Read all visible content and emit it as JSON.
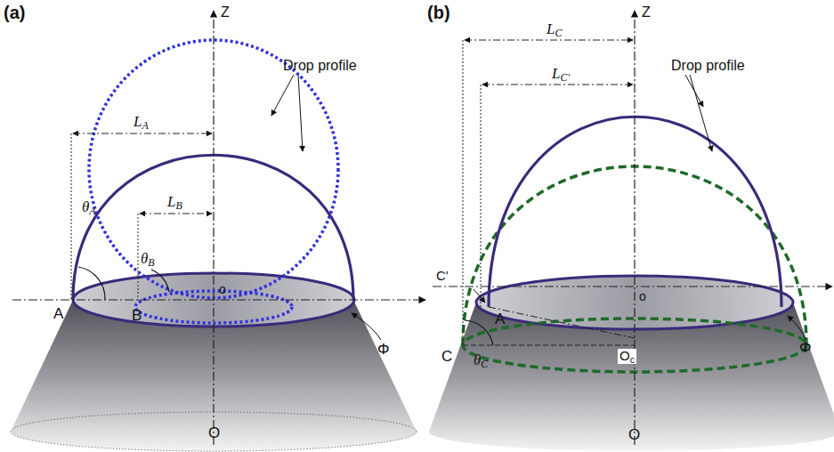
{
  "diagram": {
    "labels": [
      "(a)",
      "(b)",
      "Z",
      "Z",
      "Drop profile",
      "Drop profile",
      "LA",
      "LB",
      "θA",
      "θB",
      "A",
      "B",
      "o",
      "O",
      "Φ",
      "LC",
      "LC'",
      "C'",
      "A",
      "o",
      "C",
      "θC",
      "Oc",
      "Φ",
      "O"
    ]
  }
}
